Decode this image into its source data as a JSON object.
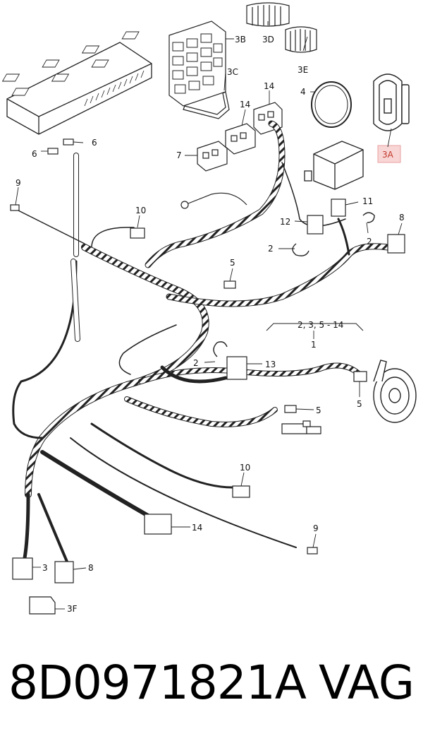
{
  "diagram": {
    "callouts": {
      "c_3B": "3B",
      "c_3D": "3D",
      "c_3E": "3E",
      "c_3C": "3C",
      "c_14a": "14",
      "c_14b": "14",
      "c_4": "4",
      "c_3A": "3A",
      "c_6a": "6",
      "c_6b": "6",
      "c_7": "7",
      "c_9a": "9",
      "c_10a": "10",
      "c_11": "11",
      "c_12": "12",
      "c_8a": "8",
      "c_2a": "2",
      "c_2b": "2",
      "c_5a": "5",
      "c_range": "2, 3, 5 - 14",
      "c_1": "1",
      "c_2c": "2",
      "c_13": "13",
      "c_5b": "5",
      "c_5c": "5",
      "c_10b": "10",
      "c_14c": "14",
      "c_9b": "9",
      "c_3": "3",
      "c_8b": "8",
      "c_3F": "3F"
    },
    "highlight_color": "#e8a0a0"
  },
  "footer": {
    "part_number": "8D0971821A",
    "brand": "VAG"
  }
}
